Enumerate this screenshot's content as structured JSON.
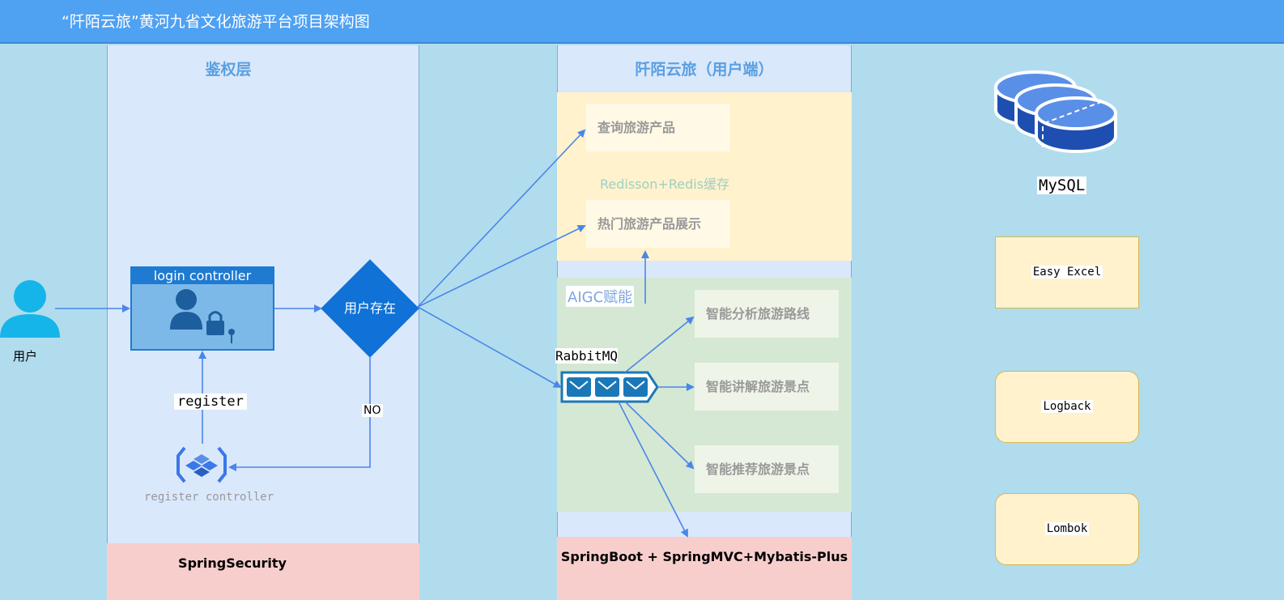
{
  "header": {
    "title": "“阡陌云旅”黄河九省文化旅游平台项目架构图"
  },
  "auth_lane": {
    "title": "鉴权层",
    "footer": "SpringSecurity",
    "login_controller": "login controller",
    "decision": "用户存在",
    "register_edge": "register",
    "no_edge": "NO",
    "register_controller": "register controller"
  },
  "actor": {
    "label": "用户"
  },
  "user_lane": {
    "title": "阡陌云旅（用户端）",
    "footer": "SpringBoot + SpringMVC+Mybatis-Plus",
    "cache_label": "Redisson+Redis缓存",
    "query_box": "查询旅游产品",
    "hot_box": "热门旅游产品展示",
    "aigc_label": "AIGC赋能",
    "mq_label": "RabbitMQ",
    "route_box": "智能分析旅游路线",
    "explain_box": "智能讲解旅游景点",
    "recommend_box": "智能推荐旅游景点"
  },
  "tech": {
    "database": "MySQL",
    "tools": [
      "Easy Excel",
      "Logback",
      "Lombok"
    ]
  },
  "colors": {
    "header": "#4fa1f2",
    "background": "#b1dced",
    "lane": "#dae8fc",
    "footer": "#f8cecc",
    "cache_panel": "#fff2cc",
    "aigc_panel": "#d5e8d4",
    "arrow": "#4a86e8",
    "decision": "#1072d6"
  }
}
